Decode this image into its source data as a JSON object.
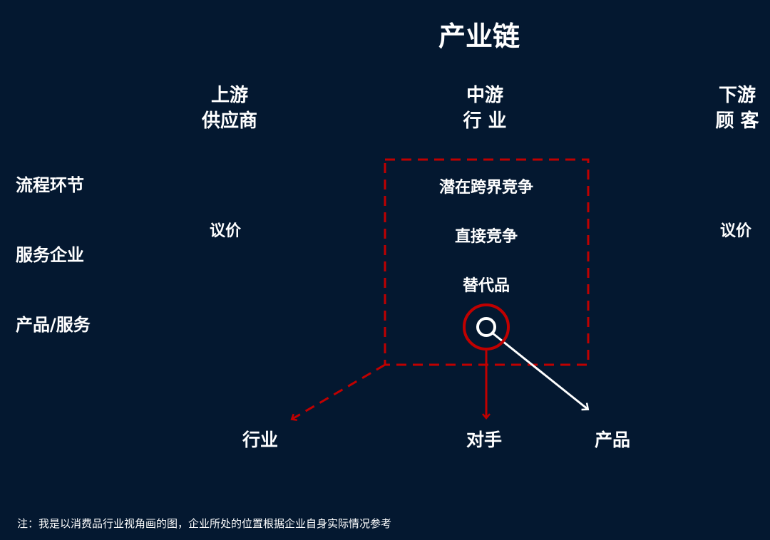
{
  "title": "产业链",
  "columns": [
    {
      "stage": "上游",
      "role": "供应商"
    },
    {
      "stage": "中游",
      "role": "行 业"
    },
    {
      "stage": "下游",
      "role": "顾 客"
    }
  ],
  "row_labels": [
    "流程环节",
    "服务企业",
    "产品/服务"
  ],
  "bargaining": {
    "upstream": "议价",
    "downstream": "议价"
  },
  "industry_box": {
    "items": [
      "潜在跨界竞争",
      "直接竞争",
      "替代品"
    ]
  },
  "axes": {
    "industry": "行业",
    "rival": "对手",
    "product": "产品"
  },
  "colors": {
    "background": "#041830",
    "accent_red": "#c00000",
    "text": "#ffffff"
  },
  "note": "注：我是以消费品行业视角画的图，企业所处的位置根据企业自身实际情况参考"
}
